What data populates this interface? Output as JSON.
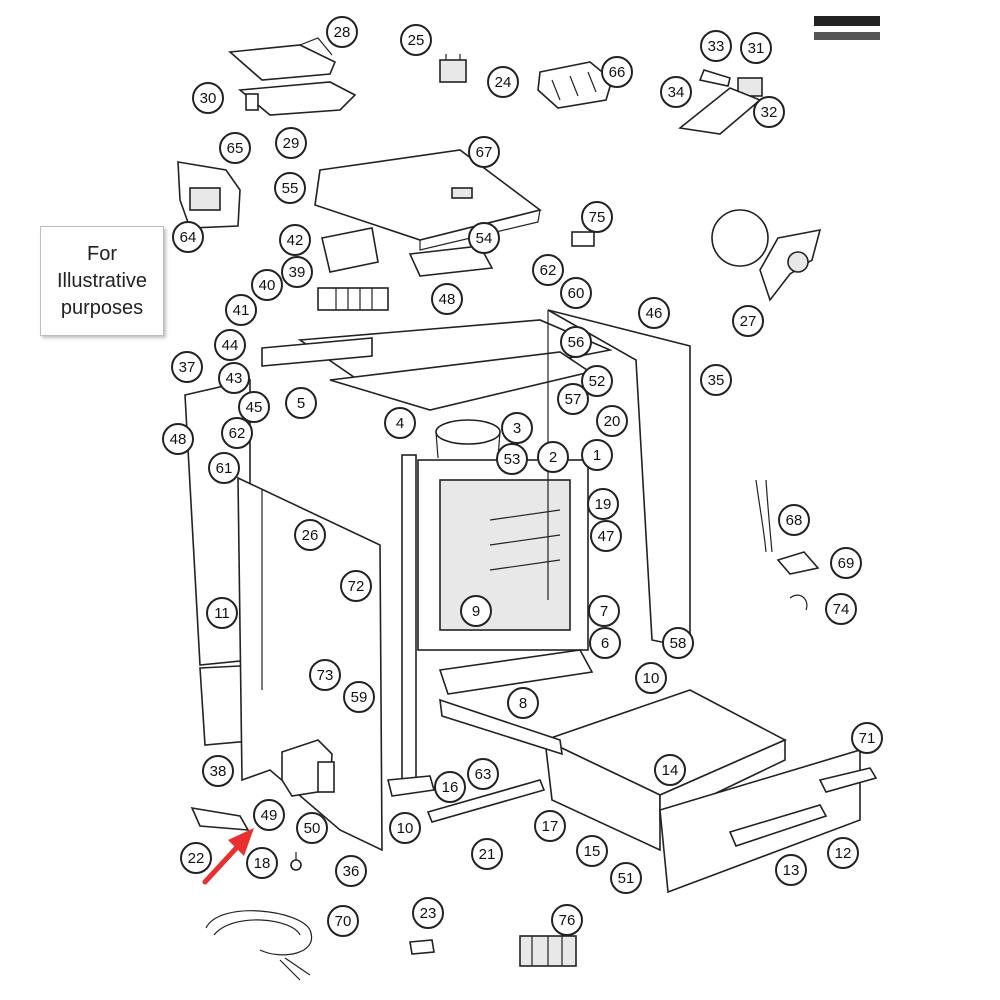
{
  "note": {
    "lines": [
      "For",
      "Illustrative",
      "purposes"
    ]
  },
  "colors": {
    "stroke": "#222222",
    "arrow": "#e8302f",
    "background": "#ffffff"
  },
  "callouts": [
    {
      "label": "28"
    },
    {
      "label": "25"
    },
    {
      "label": "24"
    },
    {
      "label": "66"
    },
    {
      "label": "33"
    },
    {
      "label": "31"
    },
    {
      "label": "34"
    },
    {
      "label": "32"
    },
    {
      "label": "30"
    },
    {
      "label": "29"
    },
    {
      "label": "65"
    },
    {
      "label": "67"
    },
    {
      "label": "55"
    },
    {
      "label": "64"
    },
    {
      "label": "75"
    },
    {
      "label": "42"
    },
    {
      "label": "54"
    },
    {
      "label": "39"
    },
    {
      "label": "62"
    },
    {
      "label": "40"
    },
    {
      "label": "48"
    },
    {
      "label": "60"
    },
    {
      "label": "41"
    },
    {
      "label": "46"
    },
    {
      "label": "27"
    },
    {
      "label": "44"
    },
    {
      "label": "56"
    },
    {
      "label": "37"
    },
    {
      "label": "43"
    },
    {
      "label": "52"
    },
    {
      "label": "35"
    },
    {
      "label": "45"
    },
    {
      "label": "5"
    },
    {
      "label": "57"
    },
    {
      "label": "48"
    },
    {
      "label": "62"
    },
    {
      "label": "4"
    },
    {
      "label": "3"
    },
    {
      "label": "20"
    },
    {
      "label": "61"
    },
    {
      "label": "53"
    },
    {
      "label": "2"
    },
    {
      "label": "1"
    },
    {
      "label": "19"
    },
    {
      "label": "68"
    },
    {
      "label": "26"
    },
    {
      "label": "47"
    },
    {
      "label": "72"
    },
    {
      "label": "69"
    },
    {
      "label": "74"
    },
    {
      "label": "11"
    },
    {
      "label": "9"
    },
    {
      "label": "7"
    },
    {
      "label": "6"
    },
    {
      "label": "58"
    },
    {
      "label": "73"
    },
    {
      "label": "10"
    },
    {
      "label": "59"
    },
    {
      "label": "8"
    },
    {
      "label": "71"
    },
    {
      "label": "38"
    },
    {
      "label": "14"
    },
    {
      "label": "63"
    },
    {
      "label": "16"
    },
    {
      "label": "49"
    },
    {
      "label": "50"
    },
    {
      "label": "10"
    },
    {
      "label": "17"
    },
    {
      "label": "12"
    },
    {
      "label": "22"
    },
    {
      "label": "21"
    },
    {
      "label": "15"
    },
    {
      "label": "18"
    },
    {
      "label": "36"
    },
    {
      "label": "51"
    },
    {
      "label": "13"
    },
    {
      "label": "70"
    },
    {
      "label": "23"
    },
    {
      "label": "76"
    }
  ]
}
